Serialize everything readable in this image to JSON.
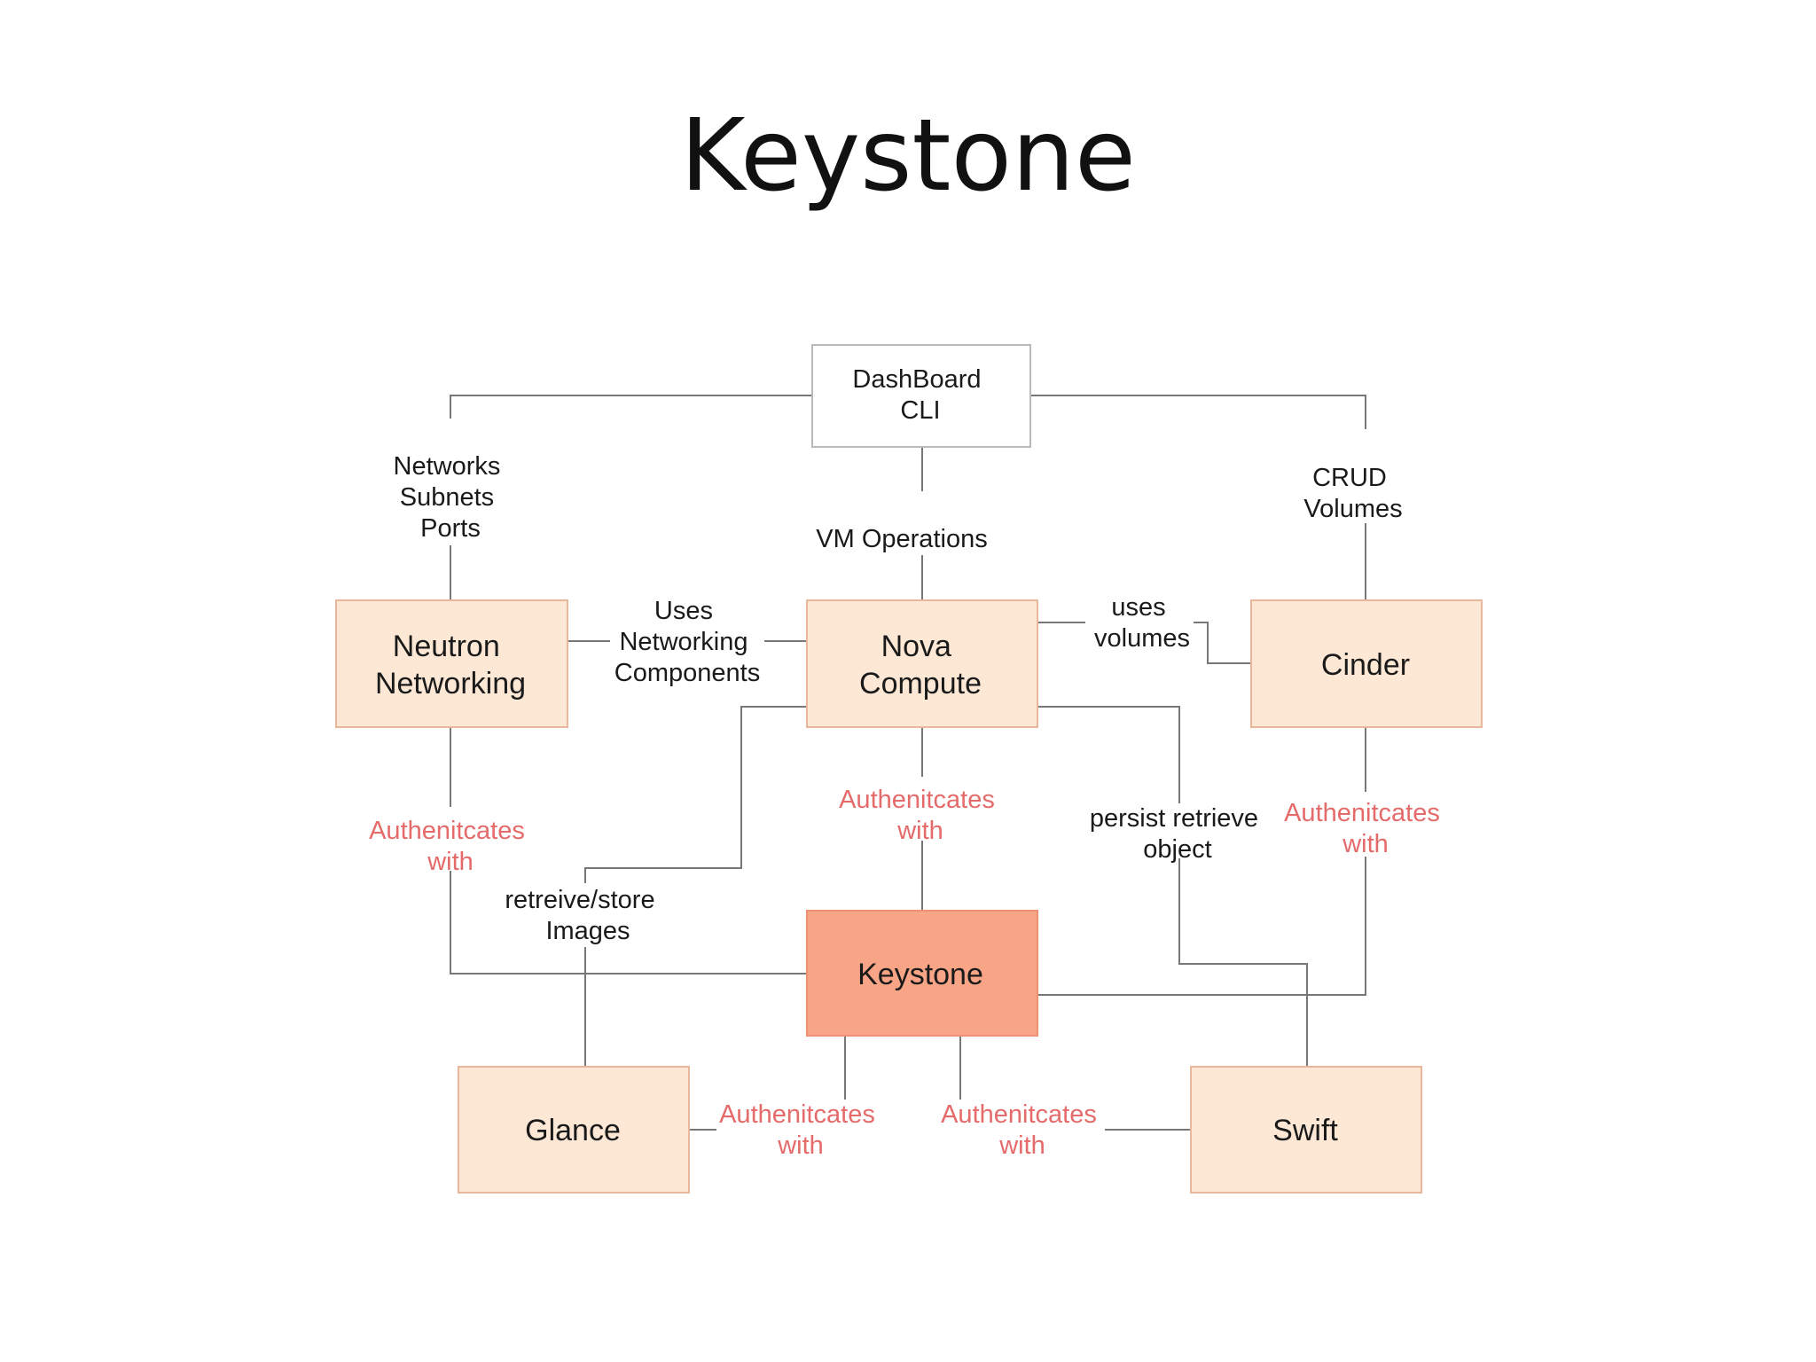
{
  "title": "Keystone",
  "colors": {
    "service_fill": "#fde8d6",
    "service_stroke": "#e9b79b",
    "keystone_fill": "#f8a587",
    "keystone_stroke": "#ee9072",
    "dashboard_fill": "#ffffff",
    "dashboard_stroke": "#b9b9b9",
    "line": "#777777",
    "auth_label": "#e56a6a",
    "text": "#1a1a1a"
  },
  "nodes": {
    "dashboard": [
      "DashBoard",
      "CLI"
    ],
    "neutron": [
      "Neutron",
      "Networking"
    ],
    "nova": [
      "Nova",
      "Compute"
    ],
    "cinder": [
      "Cinder"
    ],
    "keystone": [
      "Keystone"
    ],
    "glance": [
      "Glance"
    ],
    "swift": [
      "Swift"
    ]
  },
  "edge_labels": {
    "networks": [
      "Networks",
      "Subnets",
      "Ports"
    ],
    "vm_operations": [
      "VM Operations"
    ],
    "crud_volumes": [
      "CRUD",
      "Volumes"
    ],
    "uses_networking": [
      "Uses",
      "Networking",
      "Components"
    ],
    "uses_volumes": [
      "uses",
      "volumes"
    ],
    "retrieve_store": [
      "retreive/store",
      "Images"
    ],
    "persist_retrieve": [
      "persist retrieve",
      "object"
    ],
    "auth_neutron": [
      "Authenitcates",
      "with"
    ],
    "auth_nova": [
      "Authenitcates",
      "with"
    ],
    "auth_cinder": [
      "Authenitcates",
      "with"
    ],
    "auth_glance": [
      "Authenitcates",
      "with"
    ],
    "auth_swift": [
      "Authenitcates",
      "with"
    ]
  }
}
